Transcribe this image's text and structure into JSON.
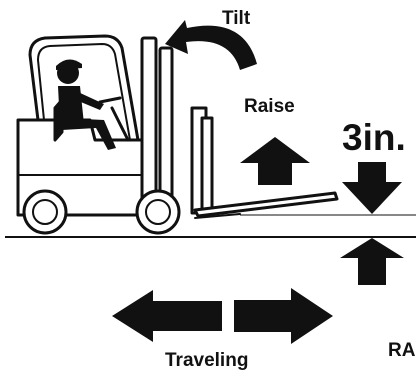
{
  "labels": {
    "tilt": "Tilt",
    "raise": "Raise",
    "clearance": "3in.",
    "traveling": "Traveling",
    "cut_off": "RA"
  },
  "colors": {
    "ink": "#111111",
    "background": "#ffffff"
  },
  "icons": [
    "forklift-icon",
    "operator-icon",
    "tilt-arrow-icon",
    "up-arrow-icon",
    "down-arrow-icon",
    "left-arrow-icon",
    "right-arrow-icon"
  ]
}
